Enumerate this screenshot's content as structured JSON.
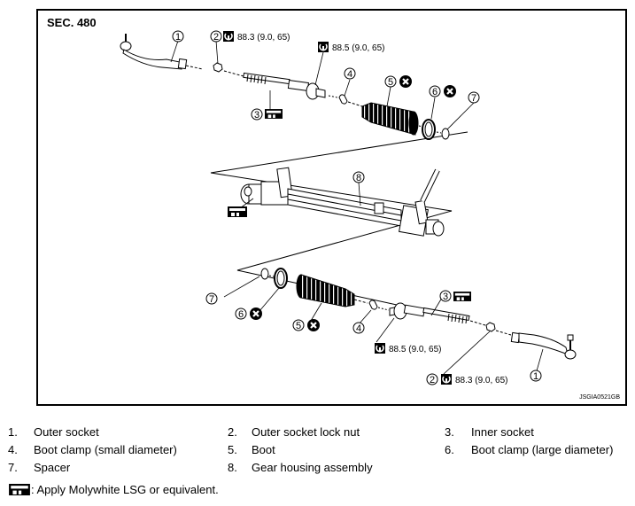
{
  "section_label": "SEC. 480",
  "figure_id": "JSGIA0521GB",
  "callouts": [
    "1",
    "2",
    "3",
    "4",
    "5",
    "6",
    "7",
    "8"
  ],
  "torques": {
    "lock_nut": "88.3 (9.0, 65)",
    "inner_socket": "88.5 (9.0, 65)"
  },
  "legend": [
    {
      "num": "1.",
      "label": "Outer socket"
    },
    {
      "num": "2.",
      "label": "Outer socket lock nut"
    },
    {
      "num": "3.",
      "label": "Inner socket"
    },
    {
      "num": "4.",
      "label": "Boot clamp (small diameter)"
    },
    {
      "num": "5.",
      "label": "Boot"
    },
    {
      "num": "6.",
      "label": "Boot clamp (large diameter)"
    },
    {
      "num": "7.",
      "label": "Spacer"
    },
    {
      "num": "8.",
      "label": "Gear housing assembly"
    }
  ],
  "note": ": Apply Molywhite LSG or equivalent.",
  "icons": [
    "torque-wrench-icon",
    "grease-apply-icon",
    "do-not-reuse-icon"
  ]
}
